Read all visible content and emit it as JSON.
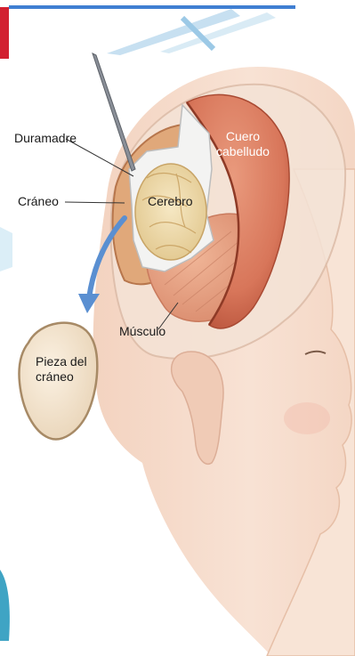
{
  "figure": {
    "labels": {
      "duramadre": "Duramadre",
      "craneo": "Cráneo",
      "cerebro": "Cerebro",
      "cuero_line1": "Cuero",
      "cuero_line2": "cabelludo",
      "musculo": "Músculo",
      "pieza_line1": "Pieza del",
      "pieza_line2": "cráneo"
    },
    "colors": {
      "skin": "#f6dccb",
      "skin_shadow": "#e9c2ad",
      "scalp_flap": "#d9785b",
      "muscle": "#e7a083",
      "dura": "#f2f2f2",
      "brain": "#eedcb0",
      "bone_piece": "#f3e6d3",
      "arrow": "#5a8fd1",
      "banner_blue": "#3f7fd2",
      "accent_red": "#d22030"
    }
  }
}
